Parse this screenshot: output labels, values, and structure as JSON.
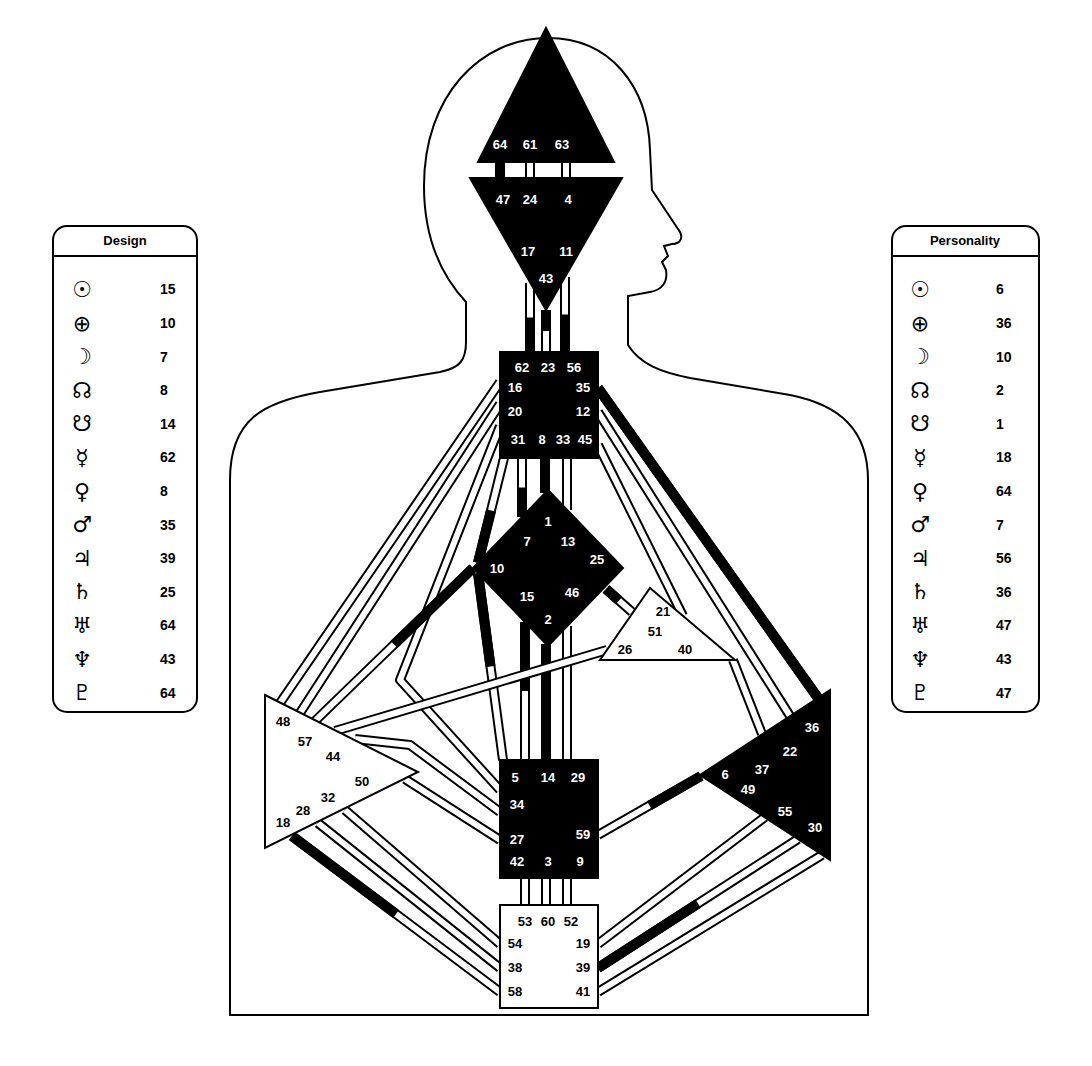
{
  "diagram": {
    "nodes": [
      {
        "text": [
          "Design",
          "☉",
          "15",
          "⊕",
          "10",
          "☽",
          "7",
          "☊",
          "8",
          "☋",
          "14",
          "☿",
          "62",
          "♀",
          "8",
          "♂",
          "35",
          "♃",
          "39",
          "♄",
          "25",
          "♅",
          "64",
          "♆",
          "43",
          "♇",
          "64"
        ]
      },
      {
        "text": [
          "64",
          "61",
          "63"
        ]
      },
      {
        "text": [
          "47",
          "24",
          "4",
          "17",
          "11",
          "43"
        ]
      },
      {
        "text": [
          "62",
          "23",
          "56",
          "16",
          "35",
          "20",
          "12",
          "31",
          "8",
          "33",
          "45"
        ]
      },
      {
        "text": [
          "1",
          "7",
          "13",
          "10",
          "25",
          "15",
          "46",
          "2"
        ]
      },
      {
        "text": [
          "21",
          "51",
          "26",
          "40"
        ]
      },
      {
        "text": [
          "48",
          "57",
          "44",
          "50",
          "32",
          "28",
          "18"
        ]
      },
      {
        "text": [
          "36",
          "22",
          "37",
          "6",
          "49",
          "55",
          "30"
        ]
      },
      {
        "text": [
          "5",
          "14",
          "29",
          "34",
          "27",
          "59",
          "42",
          "3",
          "9"
        ]
      },
      {
        "text": [
          "53",
          "60",
          "52",
          "54",
          "19",
          "38",
          "39",
          "58",
          "41"
        ]
      },
      {
        "text": [
          "Personality",
          "☉",
          "6",
          "⊕",
          "36",
          "☽",
          "10",
          "☊",
          "2",
          "☋",
          "1",
          "☿",
          "18",
          "♀",
          "64",
          "♂",
          "7",
          "♃",
          "56",
          "♄",
          "36",
          "♅",
          "47",
          "♆",
          "43",
          "♇",
          "47"
        ]
      }
    ],
    "edges": [
      {
        "from": 1,
        "to": 2,
        "arrow": "none"
      },
      {
        "from": 1,
        "to": 2,
        "arrow": "none"
      },
      {
        "from": 1,
        "to": 2,
        "arrow": "none"
      },
      {
        "from": 2,
        "to": 3,
        "arrow": "none"
      },
      {
        "from": 2,
        "to": 3,
        "arrow": "none"
      },
      {
        "from": 2,
        "to": 3,
        "arrow": "none"
      },
      {
        "from": 3,
        "to": 4,
        "arrow": "none"
      },
      {
        "from": 3,
        "to": 4,
        "arrow": "none"
      },
      {
        "from": 3,
        "to": 4,
        "arrow": "none"
      },
      {
        "from": 3,
        "to": 5,
        "arrow": "none"
      },
      {
        "from": 3,
        "to": 6,
        "arrow": "none"
      },
      {
        "from": 3,
        "to": 6,
        "arrow": "none"
      },
      {
        "from": 3,
        "to": 8,
        "arrow": "none"
      },
      {
        "from": 3,
        "to": 7,
        "arrow": "none"
      },
      {
        "from": 3,
        "to": 7,
        "arrow": "none"
      },
      {
        "from": 4,
        "to": 3,
        "arrow": "none"
      },
      {
        "from": 4,
        "to": 6,
        "arrow": "none"
      },
      {
        "from": 4,
        "to": 8,
        "arrow": "none"
      },
      {
        "from": 4,
        "to": 5,
        "arrow": "none"
      },
      {
        "from": 4,
        "to": 8,
        "arrow": "none"
      },
      {
        "from": 4,
        "to": 8,
        "arrow": "none"
      },
      {
        "from": 4,
        "to": 8,
        "arrow": "none"
      },
      {
        "from": 6,
        "to": 5,
        "arrow": "none"
      },
      {
        "from": 5,
        "to": 7,
        "arrow": "none"
      },
      {
        "from": 6,
        "to": 8,
        "arrow": "none"
      },
      {
        "from": 6,
        "to": 8,
        "arrow": "none"
      },
      {
        "from": 8,
        "to": 7,
        "arrow": "none"
      },
      {
        "from": 8,
        "to": 9,
        "arrow": "none"
      },
      {
        "from": 8,
        "to": 9,
        "arrow": "none"
      },
      {
        "from": 8,
        "to": 9,
        "arrow": "none"
      },
      {
        "from": 6,
        "to": 9,
        "arrow": "none"
      },
      {
        "from": 6,
        "to": 9,
        "arrow": "none"
      },
      {
        "from": 6,
        "to": 9,
        "arrow": "none"
      },
      {
        "from": 7,
        "to": 9,
        "arrow": "none"
      },
      {
        "from": 7,
        "to": 9,
        "arrow": "none"
      },
      {
        "from": 7,
        "to": 9,
        "arrow": "none"
      }
    ]
  }
}
